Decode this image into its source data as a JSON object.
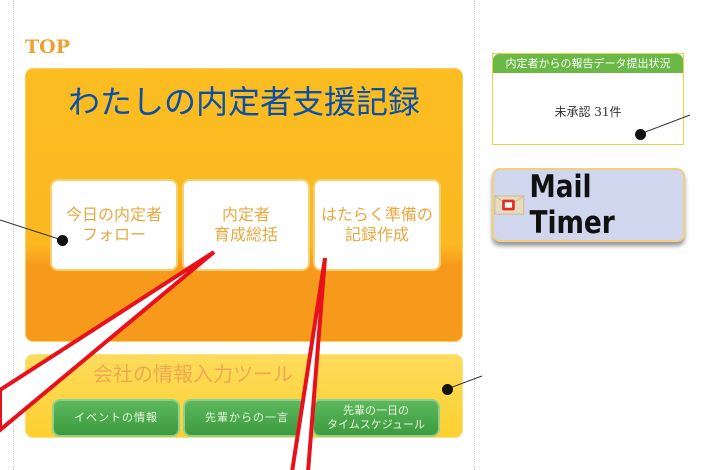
{
  "page": {
    "top_label": "TOP"
  },
  "main": {
    "title": "わたしの内定者支援記録",
    "cards": [
      {
        "label": "今日の内定者\nフォロー"
      },
      {
        "label": "内定者\n育成総括"
      },
      {
        "label": "はたらく準備の\n記録作成"
      }
    ]
  },
  "info": {
    "title": "会社の情報入力ツール",
    "buttons": [
      {
        "label": "イベントの情報"
      },
      {
        "label": "先輩からの一言"
      },
      {
        "label": "先輩の一日の\nタイムスケジュール"
      }
    ]
  },
  "report": {
    "title": "内定者からの報告データ提出状況",
    "status": "未承認 31件"
  },
  "mail_timer": {
    "label": "Mail Timer",
    "icon": "mail-clock-icon"
  },
  "colors": {
    "orange": "#fbbd22",
    "blue_title": "#0a4fa8",
    "green": "#5cb85c",
    "annotation_red": "#e8101a"
  }
}
